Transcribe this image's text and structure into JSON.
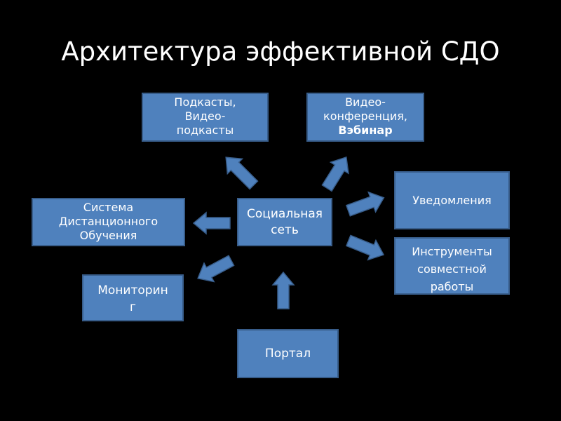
{
  "title": "Архитектура эффективной СДО",
  "colors": {
    "box_fill": "#4f81bd",
    "box_border": "#385d8a",
    "background": "#000000"
  },
  "nodes": {
    "podcasts": [
      "Подкасты,",
      "Видео-",
      "подкасты"
    ],
    "video": [
      "Видео-",
      "конференция,",
      "Вэбинар"
    ],
    "notifications": [
      "Уведомления"
    ],
    "tools": [
      "Инструменты",
      "совместной",
      "работы"
    ],
    "lms": [
      "Система",
      "Дистанционного",
      "Обучения"
    ],
    "social": [
      "Социальная",
      "сеть"
    ],
    "monitoring": [
      "Мониторин",
      "г"
    ],
    "portal": [
      "Портал"
    ]
  }
}
